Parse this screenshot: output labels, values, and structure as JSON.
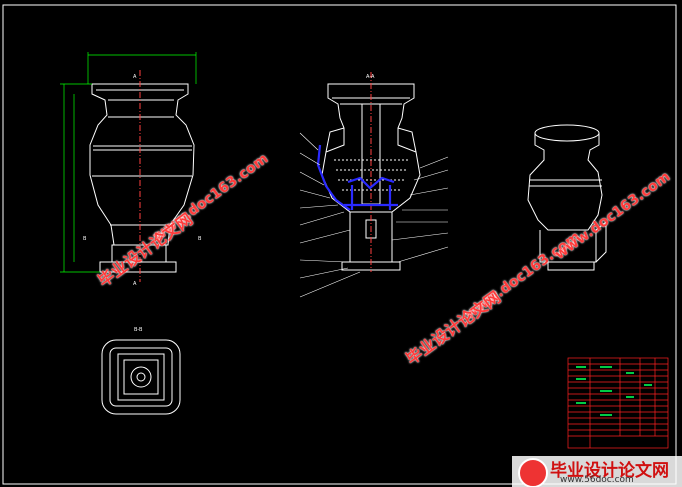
{
  "section_labels": {
    "view_a": "A",
    "view_aa": "A-A",
    "view_bb": "B-B",
    "cut_b": "B"
  },
  "watermarks": {
    "url": "www.doc163.com",
    "cn": "毕业设计论文网"
  },
  "logo": {
    "text": "毕业设计论文网",
    "url": "www.56doc.com"
  },
  "colors": {
    "background": "#000000",
    "lines": "#ffffff",
    "dims": "#00ff00",
    "highlight": "#0000ff",
    "watermark": "#ff3b3b",
    "title_block": "#ff0000"
  }
}
